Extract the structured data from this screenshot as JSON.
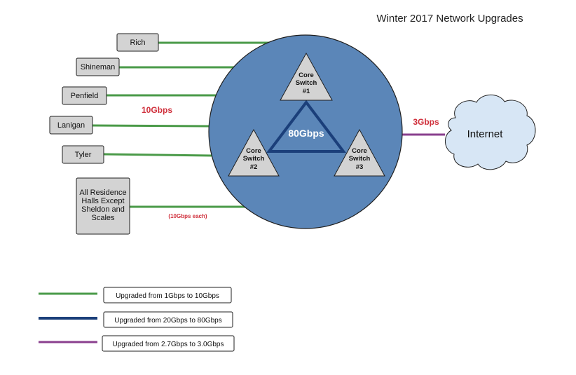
{
  "title": "Winter 2017 Network Upgrades",
  "buildings": [
    "Rich",
    "Shineman",
    "Penfield",
    "Lanigan",
    "Tyler"
  ],
  "residence_halls": [
    "All Residence",
    "Halls Except",
    "Sheldon and",
    "Scales"
  ],
  "core_switches": [
    [
      "Core",
      "Switch",
      "#1"
    ],
    [
      "Core",
      "Switch",
      "#2"
    ],
    [
      "Core",
      "Switch",
      "#3"
    ]
  ],
  "speeds": {
    "campus": "10Gbps",
    "core_ring": "80Gbps",
    "internet": "3Gbps",
    "residence_each": "(10Gbps each)"
  },
  "internet_label": "Internet",
  "legend": [
    {
      "label": "Upgraded from 1Gbps to 10Gbps",
      "color": "#4a9a48"
    },
    {
      "label": "Upgraded from 20Gbps to 80Gbps",
      "color": "#1b3f7a"
    },
    {
      "label": "Upgraded from 2.7Gbps to 3.0Gbps",
      "color": "#8a3f8e"
    }
  ],
  "colors": {
    "green_link": "#4a9a48",
    "blue_ring": "#1b3f7a",
    "purple_link": "#8a3f8e",
    "core_circle": "#5b86b8",
    "node_fill": "#d3d3d3",
    "cloud_fill": "#d7e6f5",
    "red_text": "#d0303c"
  }
}
